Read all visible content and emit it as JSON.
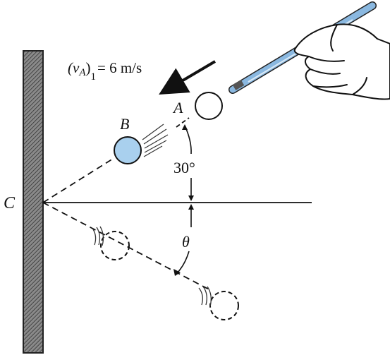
{
  "labels": {
    "velocity_var": "(v",
    "velocity_sub_letter": "A",
    "velocity_close": ")",
    "velocity_sub_index": "1",
    "velocity_value": "= 6 m/s",
    "point_a": "A",
    "point_b": "B",
    "point_c": "C",
    "angle_incoming": "30°",
    "angle_theta": "θ"
  },
  "colors": {
    "ball_fill": "#a9d0ee",
    "cue_stick": "#8ab8e0",
    "wall": "#666666",
    "line": "#111111"
  },
  "icons": {
    "hand": "hand-holding-cue-icon",
    "arrow": "velocity-arrow-icon"
  }
}
